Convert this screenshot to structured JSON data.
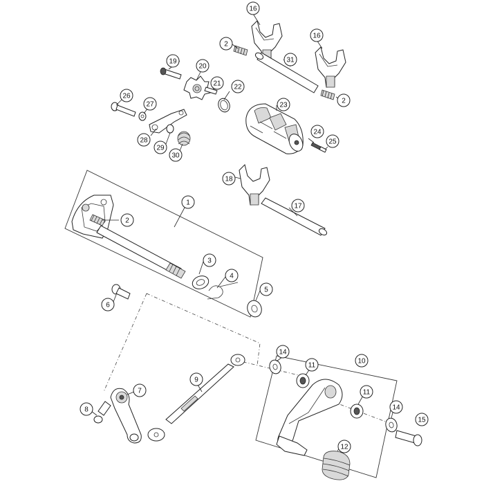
{
  "callouts": [
    {
      "id": "c16a",
      "label": "16"
    },
    {
      "id": "c16b",
      "label": "16"
    },
    {
      "id": "c2a",
      "label": "2"
    },
    {
      "id": "c31",
      "label": "31"
    },
    {
      "id": "c2b",
      "label": "2"
    },
    {
      "id": "c19",
      "label": "19"
    },
    {
      "id": "c20",
      "label": "20"
    },
    {
      "id": "c21",
      "label": "21"
    },
    {
      "id": "c22",
      "label": "22"
    },
    {
      "id": "c23",
      "label": "23"
    },
    {
      "id": "c26",
      "label": "26"
    },
    {
      "id": "c27",
      "label": "27"
    },
    {
      "id": "c28",
      "label": "28"
    },
    {
      "id": "c29",
      "label": "29"
    },
    {
      "id": "c30",
      "label": "30"
    },
    {
      "id": "c24",
      "label": "24"
    },
    {
      "id": "c25",
      "label": "25"
    },
    {
      "id": "c18",
      "label": "18"
    },
    {
      "id": "c17",
      "label": "17"
    },
    {
      "id": "c1",
      "label": "1"
    },
    {
      "id": "c2c",
      "label": "2"
    },
    {
      "id": "c3",
      "label": "3"
    },
    {
      "id": "c4",
      "label": "4"
    },
    {
      "id": "c5",
      "label": "5"
    },
    {
      "id": "c6",
      "label": "6"
    },
    {
      "id": "c14a",
      "label": "14"
    },
    {
      "id": "c10",
      "label": "10"
    },
    {
      "id": "c11a",
      "label": "11"
    },
    {
      "id": "c9",
      "label": "9"
    },
    {
      "id": "c7",
      "label": "7"
    },
    {
      "id": "c11b",
      "label": "11"
    },
    {
      "id": "c8",
      "label": "8"
    },
    {
      "id": "c14b",
      "label": "14"
    },
    {
      "id": "c15",
      "label": "15"
    },
    {
      "id": "c12",
      "label": "12"
    }
  ]
}
